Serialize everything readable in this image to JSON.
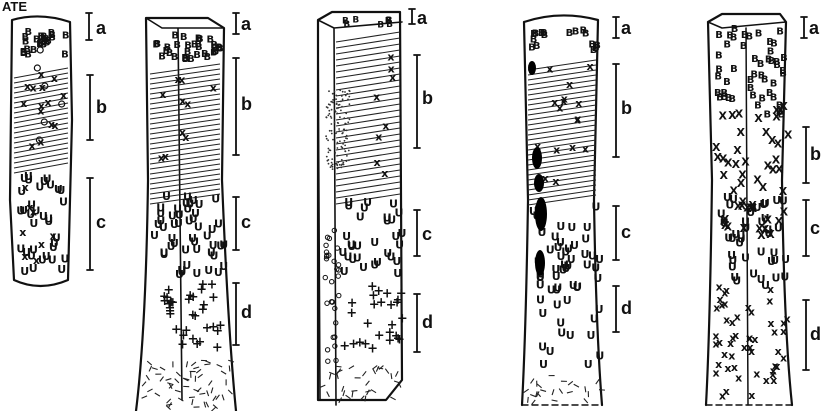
{
  "figure": {
    "header_fragment": "ATE",
    "specimens": [
      {
        "id": 1,
        "zones": [
          "a",
          "b",
          "c"
        ]
      },
      {
        "id": 2,
        "zones": [
          "a",
          "b",
          "c",
          "d"
        ]
      },
      {
        "id": 3,
        "zones": [
          "a",
          "b",
          "c",
          "d"
        ]
      },
      {
        "id": 4,
        "zones": [
          "a",
          "b",
          "c",
          "d"
        ]
      },
      {
        "id": 5,
        "zones": [
          "a",
          "b",
          "c",
          "d"
        ]
      }
    ]
  }
}
